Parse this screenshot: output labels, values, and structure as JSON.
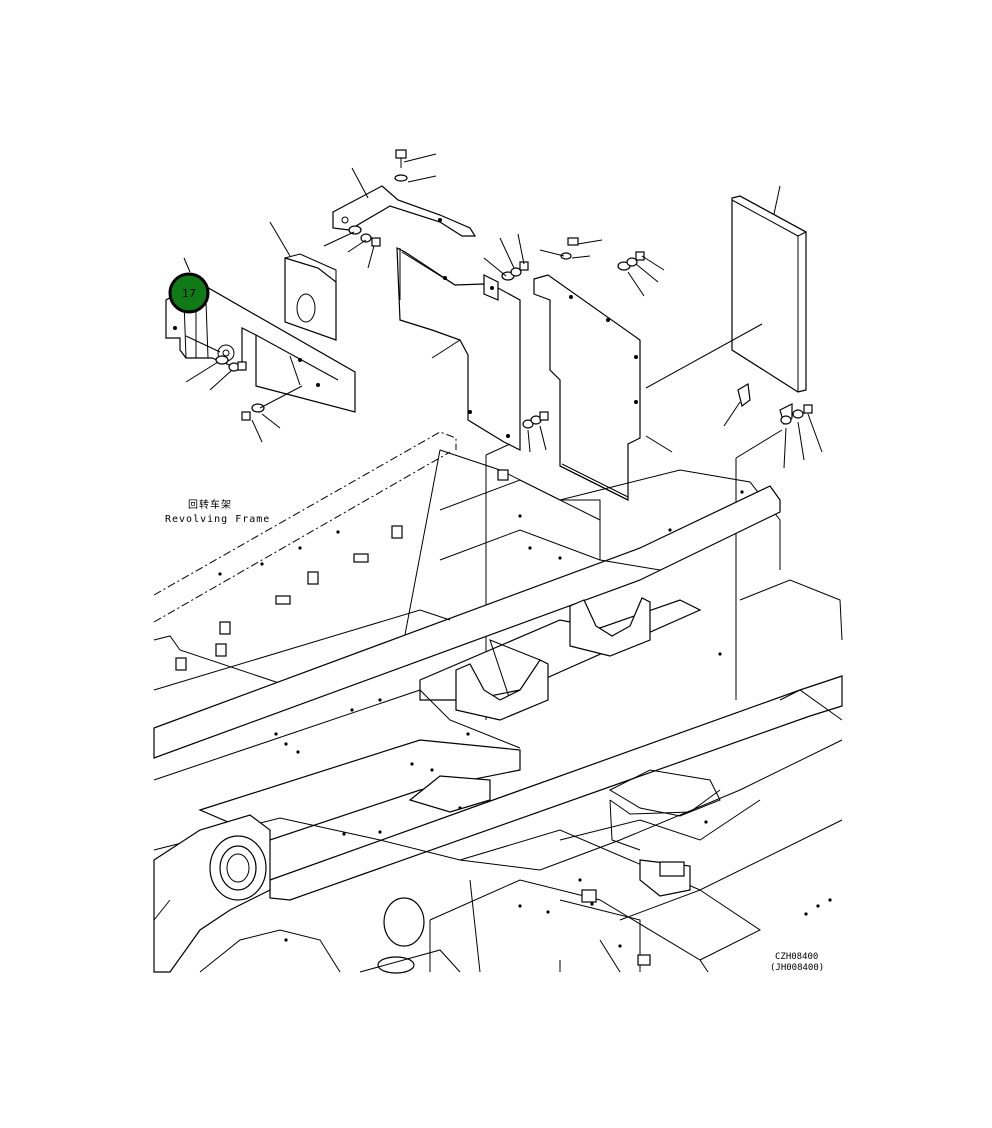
{
  "frame_label": {
    "chinese": "回转车架",
    "english": "Revolving Frame"
  },
  "callout": {
    "number": "17",
    "color": "#0f7a16",
    "border_color": "#000000",
    "text_color": "#ffffff"
  },
  "drawing_codes": {
    "primary": "CZH08400",
    "secondary": "(JH008400)"
  }
}
